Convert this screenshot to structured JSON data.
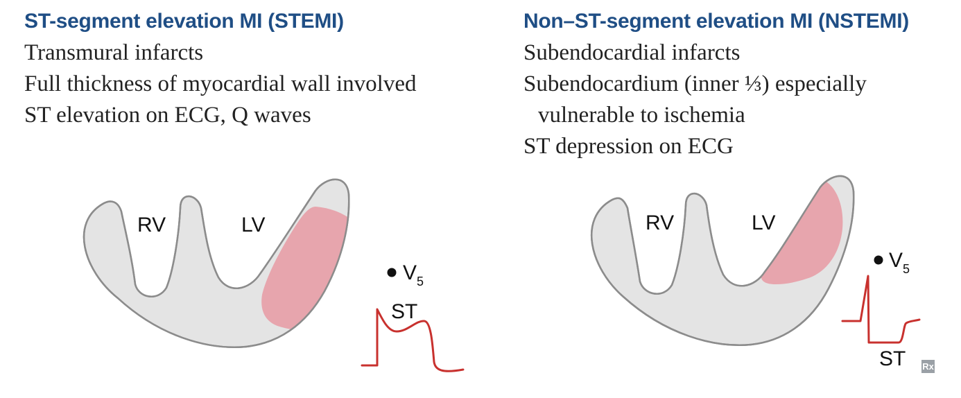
{
  "stemi": {
    "title": "ST-segment elevation MI (STEMI)",
    "lines": [
      "Transmural infarcts",
      "Full thickness of myocardial wall involved",
      "ST elevation on ECG, Q waves"
    ],
    "labels": {
      "rv": "RV",
      "lv": "LV",
      "lead": "V",
      "lead_sub": "5",
      "st": "ST"
    }
  },
  "nstemi": {
    "title": "Non–ST-segment elevation MI (NSTEMI)",
    "lines": [
      "Subendocardial infarcts",
      "Subendocardium (inner ⅓) especially",
      "vulnerable to ischemia",
      "ST depression on ECG"
    ],
    "labels": {
      "rv": "RV",
      "lv": "LV",
      "lead": "V",
      "lead_sub": "5",
      "st": "ST"
    }
  },
  "badge": "Rx",
  "colors": {
    "title": "#1f4e85",
    "heart_fill": "#e4e4e4",
    "heart_stroke": "#8c8c8c",
    "infarct": "#e7a5ad",
    "ecg": "#c8312e"
  }
}
